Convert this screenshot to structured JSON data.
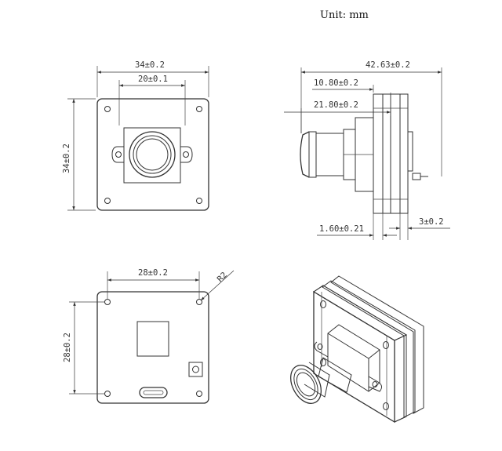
{
  "unit_label": "Unit: mm",
  "views": {
    "front": {
      "dim_width_outer": "34±0.2",
      "dim_width_inner": "20±0.1",
      "dim_height": "34±0.2"
    },
    "side": {
      "dim_total_length": "42.63±0.2",
      "dim_a": "10.80±0.2",
      "dim_b": "21.80±0.2",
      "dim_c": "1.60±0.21",
      "dim_d": "3±0.2"
    },
    "back": {
      "dim_hole_spacing_x": "28±0.2",
      "dim_hole_spacing_y": "28±0.2",
      "dim_radius": "R2"
    }
  }
}
